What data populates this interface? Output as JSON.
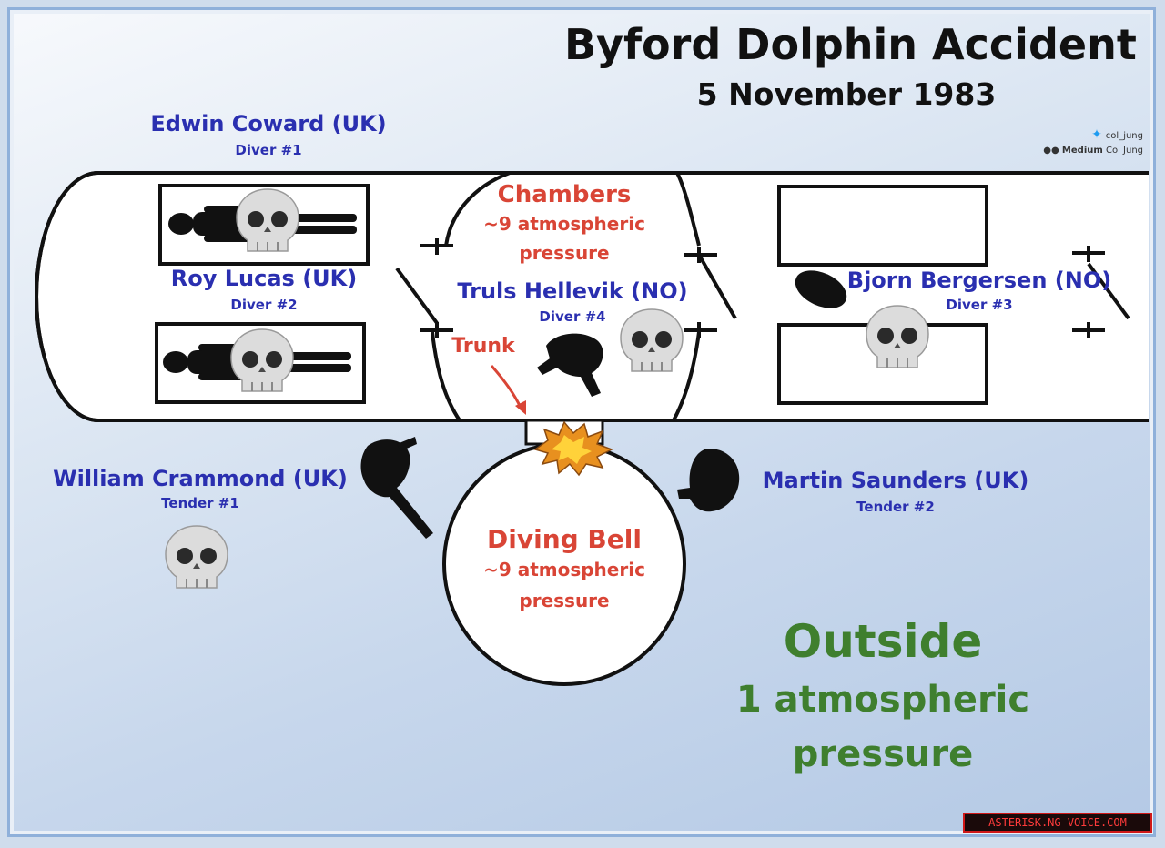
{
  "header": {
    "title": "Byford Dolphin Accident",
    "date": "5 November 1983"
  },
  "credit": {
    "twitter": "col_jung",
    "platform": "Medium",
    "author": "Col Jung"
  },
  "people": {
    "diver1": {
      "name": "Edwin Coward (UK)",
      "role": "Diver #1"
    },
    "diver2": {
      "name": "Roy Lucas (UK)",
      "role": "Diver #2"
    },
    "diver4": {
      "name": "Truls Hellevik (NO)",
      "role": "Diver #4"
    },
    "diver3": {
      "name": "Bjorn Bergersen (NO)",
      "role": "Diver #3"
    },
    "tender1": {
      "name": "William Crammond (UK)",
      "role": "Tender #1"
    },
    "tender2": {
      "name": "Martin Saunders (UK)",
      "role": "Tender #2"
    }
  },
  "chambers": {
    "label": "Chambers",
    "pressure_1": "~9 atmospheric",
    "pressure_2": "pressure"
  },
  "trunk": {
    "label": "Trunk"
  },
  "bell": {
    "label": "Diving Bell",
    "pressure_1": "~9 atmospheric",
    "pressure_2": "pressure"
  },
  "outside": {
    "label": "Outside",
    "pressure_1": "1 atmospheric",
    "pressure_2": "pressure"
  },
  "watermark": "ASTERISK.NG-VOICE.COM",
  "colors": {
    "name_blue": "#2a2fb0",
    "pressure_red": "#d94536",
    "outside_green": "#3f7f2e",
    "skull_gray": "#d9d9d9"
  },
  "icons": [
    "skull-icon",
    "body-silhouette-icon",
    "explosion-icon",
    "arrow-icon",
    "twitter-bird-icon",
    "medium-logo-icon"
  ]
}
